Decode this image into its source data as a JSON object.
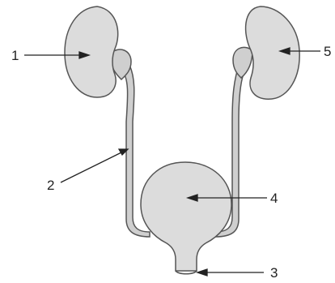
{
  "diagram": {
    "labels": [
      {
        "id": "1",
        "text": "1"
      },
      {
        "id": "2",
        "text": "2"
      },
      {
        "id": "3",
        "text": "3"
      },
      {
        "id": "4",
        "text": "4"
      },
      {
        "id": "5",
        "text": "5"
      }
    ],
    "colors": {
      "organ_fill": "#dcdcdc",
      "outline": "#555555",
      "tube_fill": "#cfcfcf",
      "leader": "#222222"
    }
  }
}
